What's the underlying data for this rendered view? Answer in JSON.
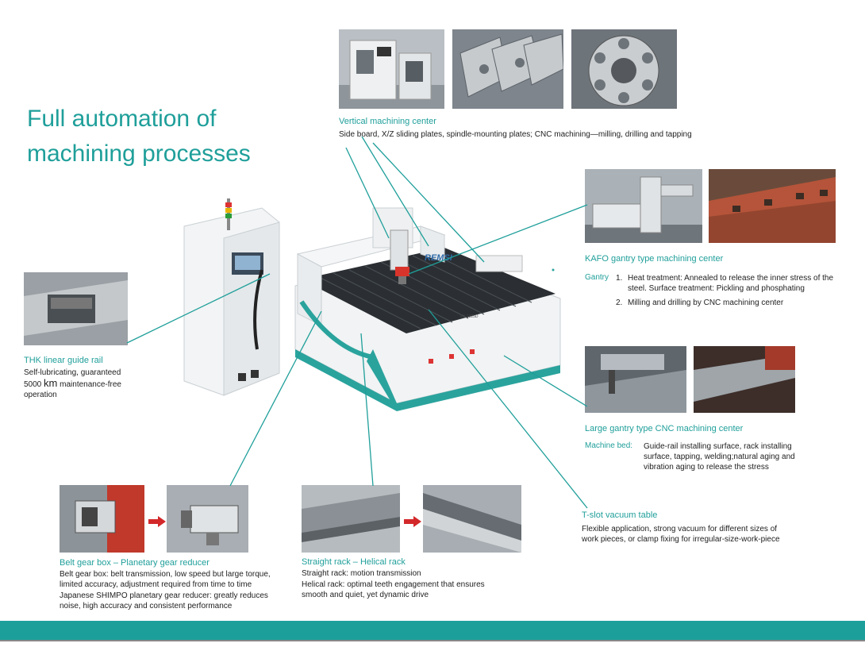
{
  "headline": {
    "line1": "Full automation of",
    "line2": "machining processes"
  },
  "colors": {
    "accent": "#1f9f9a",
    "footer": "#1c9f9b"
  },
  "vertical_center": {
    "title": "Vertical machining center",
    "text": "Side board, X/Z sliding plates, spindle-mounting plates; CNC machining—milling, drilling and tapping"
  },
  "kafo": {
    "title": "KAFO gantry type machining center",
    "label": "Gantry",
    "item1_num": "1.",
    "item1_text": "Heat treatment: Annealed to release the inner stress of the steel. Surface treatment: Pickling and phosphating",
    "item2_num": "2.",
    "item2_text": "Milling and drilling by CNC machining center"
  },
  "thk": {
    "title": "THK linear guide rail",
    "line1": "Self-lubricating, guaranteed",
    "line2_num": "5000",
    "line2_unit": "km",
    "line2_rest": "maintenance-free",
    "line3": "operation"
  },
  "large_gantry": {
    "title": "Large gantry type CNC machining center",
    "label": "Machine bed:",
    "text": "Guide-rail installing surface, rack installing surface, tapping, welding;natural aging and vibration aging to release the stress"
  },
  "tslot": {
    "title": "T-slot vacuum table",
    "text": "Flexible application, strong vacuum for different sizes of work pieces, or clamp fixing for irregular-size-work-piece"
  },
  "gearbox": {
    "title": "Belt gear box  –  Planetary gear reducer",
    "text1": "Belt gear box: belt transmission, low speed but large torque, limited accuracy, adjustment required from time to time",
    "text2": "Japanese SHIMPO planetary gear reducer: greatly reduces noise, high accuracy and consistent performance"
  },
  "rack": {
    "title": "Straight rack  –  Helical rack",
    "text1": "Straight rack: motion transmission",
    "text2": "Helical rack: optimal teeth engagement that ensures smooth and quiet, yet dynamic drive"
  },
  "machine": {
    "brand": "REMSI",
    "model": "E3-1325D"
  }
}
